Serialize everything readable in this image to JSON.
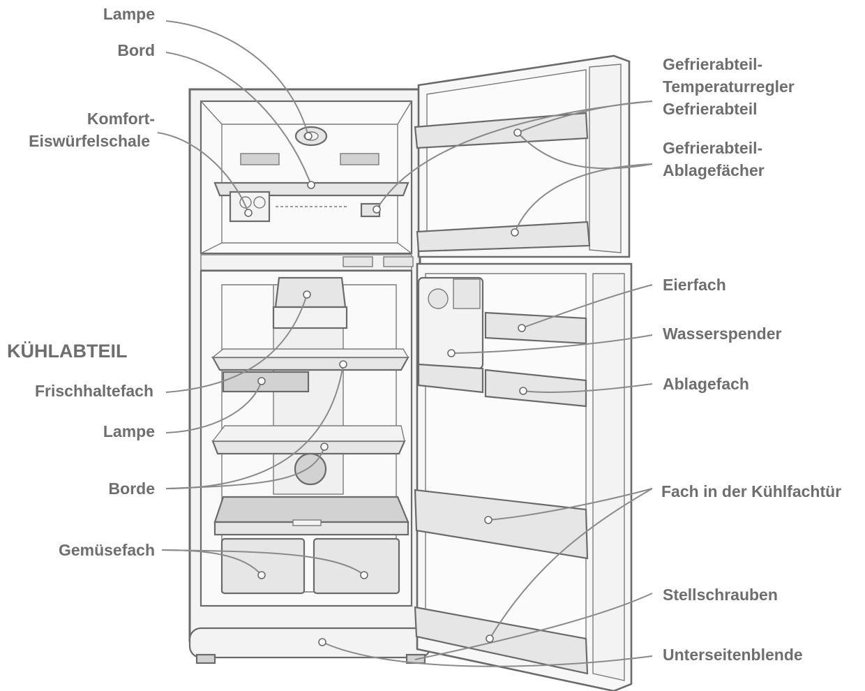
{
  "labels": {
    "lampe_top": "Lampe",
    "bord": "Bord",
    "komfort_1": "Komfort-",
    "komfort_2": "Eiswürfelschale",
    "kuehlabteil": "KÜHLABTEIL",
    "frischhaltefach": "Frischhaltefach",
    "lampe_mid": "Lampe",
    "borde": "Borde",
    "gemuesefach": "Gemüsefach",
    "gefrier_temp_1": "Gefrierabteil-",
    "gefrier_temp_2": "Temperaturregler",
    "gefrier_temp_3": "Gefrierabteil",
    "gefrier_ablage_1": "Gefrierabteil-",
    "gefrier_ablage_2": "Ablagefächer",
    "eierfach": "Eierfach",
    "wasserspender": "Wasserspender",
    "ablagefach": "Ablagefach",
    "fach_kuehlfachtuer": "Fach in der Kühlfachtür",
    "stellschrauben": "Stellschrauben",
    "unterseitenblende": "Unterseitenblende"
  },
  "colors": {
    "label_text": "#6e6e6e",
    "outline": "#6a6a6a",
    "leader_line": "#8a8a8a"
  }
}
